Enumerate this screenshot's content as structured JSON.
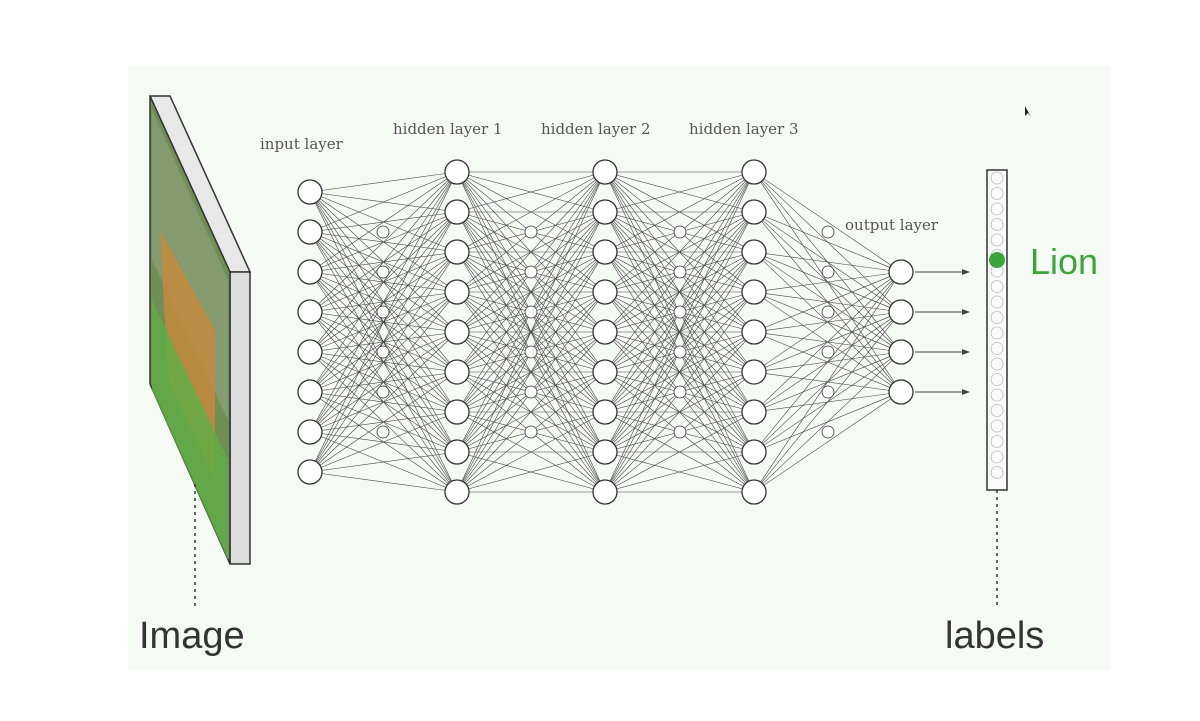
{
  "diagram": {
    "layer_labels": {
      "input": "input layer",
      "hidden1": "hidden layer 1",
      "hidden2": "hidden layer 2",
      "hidden3": "hidden layer 3",
      "output": "output layer"
    },
    "image_label": "Image",
    "labels_label": "labels",
    "predicted_label": "Lion",
    "colors": {
      "highlight": "#3aa63a",
      "node_stroke": "#333333",
      "edge": "#444444"
    }
  }
}
